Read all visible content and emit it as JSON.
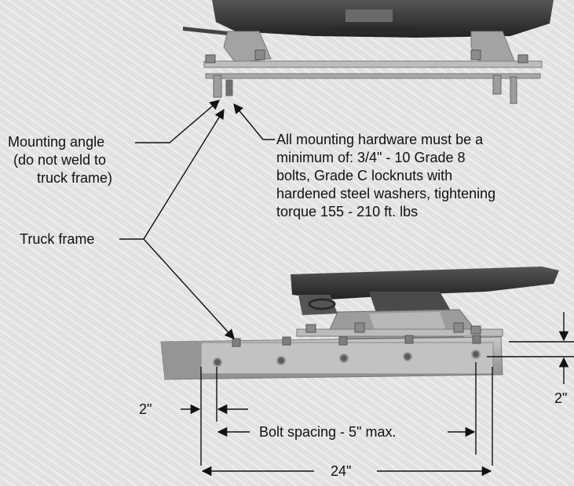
{
  "labels": {
    "mounting_angle": [
      "Mounting angle",
      "(do not weld to",
      "truck frame)"
    ],
    "hardware_note": [
      "All mounting hardware must be a",
      "minimum of: 3/4\" - 10 Grade 8",
      "bolts, Grade C locknuts with",
      "hardened steel washers, tightening",
      "torque 155 - 210 ft. lbs"
    ],
    "truck_frame": "Truck frame",
    "dim_offset_left": "2\"",
    "dim_offset_right": "2\"",
    "bolt_spacing": "Bolt spacing - 5\" max.",
    "overall_length": "24\""
  },
  "colors": {
    "hitch_dark": "#3a3a3a",
    "bracket_grey": "#9a9a9a",
    "frame_grey": "#a9a9a9",
    "line": "#111111"
  }
}
